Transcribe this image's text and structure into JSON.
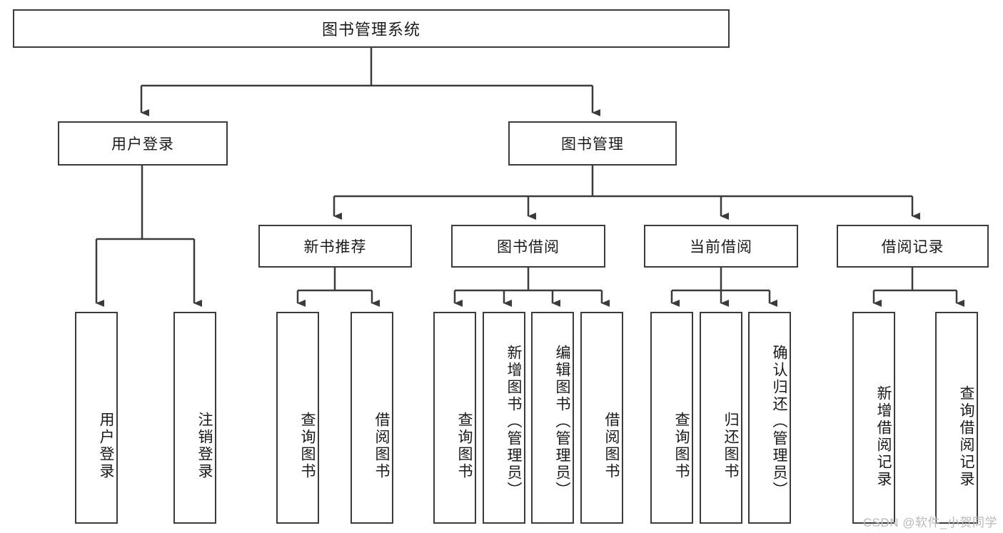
{
  "diagram": {
    "title": "图书管理系统",
    "type": "tree",
    "watermark": "CSDN @软件_小贺同学",
    "root": {
      "label": "图书管理系统"
    },
    "level2": [
      {
        "label": "用户登录"
      },
      {
        "label": "图书管理"
      }
    ],
    "level3": [
      {
        "label": "新书推荐"
      },
      {
        "label": "图书借阅"
      },
      {
        "label": "当前借阅"
      },
      {
        "label": "借阅记录"
      }
    ],
    "leaves": {
      "user_login": [
        {
          "label": "用户登录"
        },
        {
          "label": "注销登录"
        }
      ],
      "new_book_recommend": [
        {
          "label": "查询图书"
        },
        {
          "label": "借阅图书"
        }
      ],
      "book_borrow": [
        {
          "label": "查询图书"
        },
        {
          "label": "新增图书（管理员）"
        },
        {
          "label": "编辑图书（管理员）"
        },
        {
          "label": "借阅图书"
        }
      ],
      "current_borrow": [
        {
          "label": "查询图书"
        },
        {
          "label": "归还图书"
        },
        {
          "label": "确认归还（管理员）"
        }
      ],
      "borrow_record": [
        {
          "label": "新增借阅记录"
        },
        {
          "label": "查询借阅记录"
        }
      ]
    }
  }
}
